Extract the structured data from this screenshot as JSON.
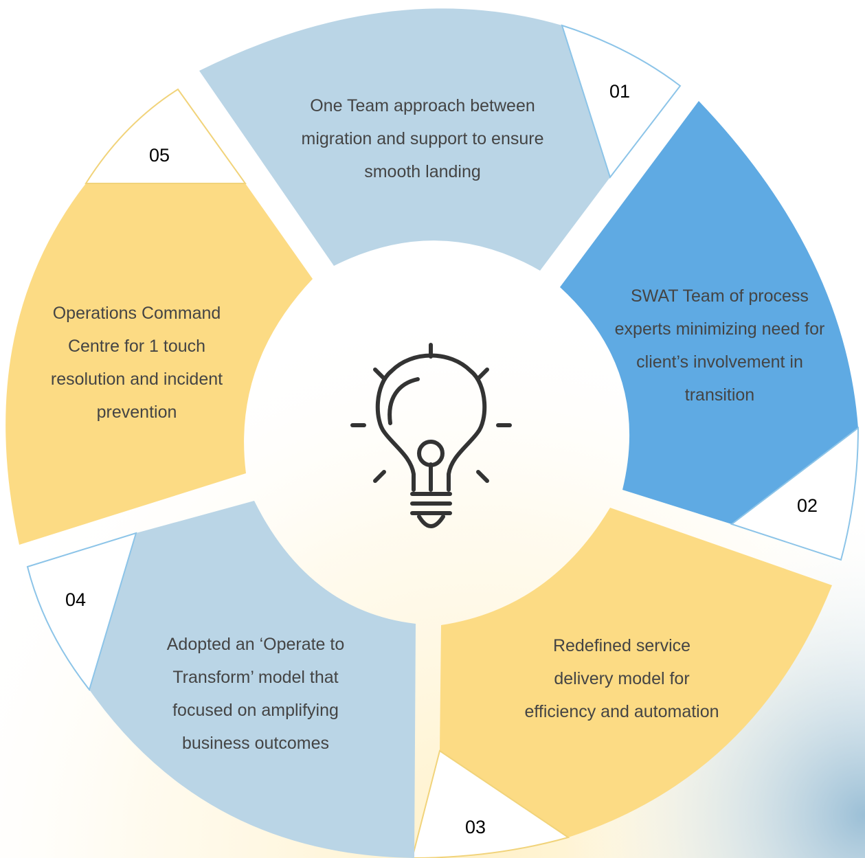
{
  "center_icon": "lightbulb-icon",
  "colors": {
    "light_blue": "#bad5e6",
    "blue": "#5faae3",
    "yellow": "#fcdb84",
    "outline_blue": "#8cc4e8",
    "outline_yellow": "#f1d37a",
    "text": "#444444"
  },
  "segments": [
    {
      "number": "01",
      "text": "One Team approach between migration and support to ensure smooth landing",
      "color": "light_blue"
    },
    {
      "number": "02",
      "text": "SWAT Team of process experts minimizing need for client’s involvement in transition",
      "color": "blue"
    },
    {
      "number": "03",
      "text": "Redefined service delivery model for efficiency and automation",
      "color": "yellow"
    },
    {
      "number": "04",
      "text": "Adopted an ‘Operate to Transform’ model that focused on amplifying business outcomes",
      "color": "light_blue"
    },
    {
      "number": "05",
      "text": "Operations Command Centre for 1 touch resolution and incident prevention",
      "color": "yellow"
    }
  ]
}
